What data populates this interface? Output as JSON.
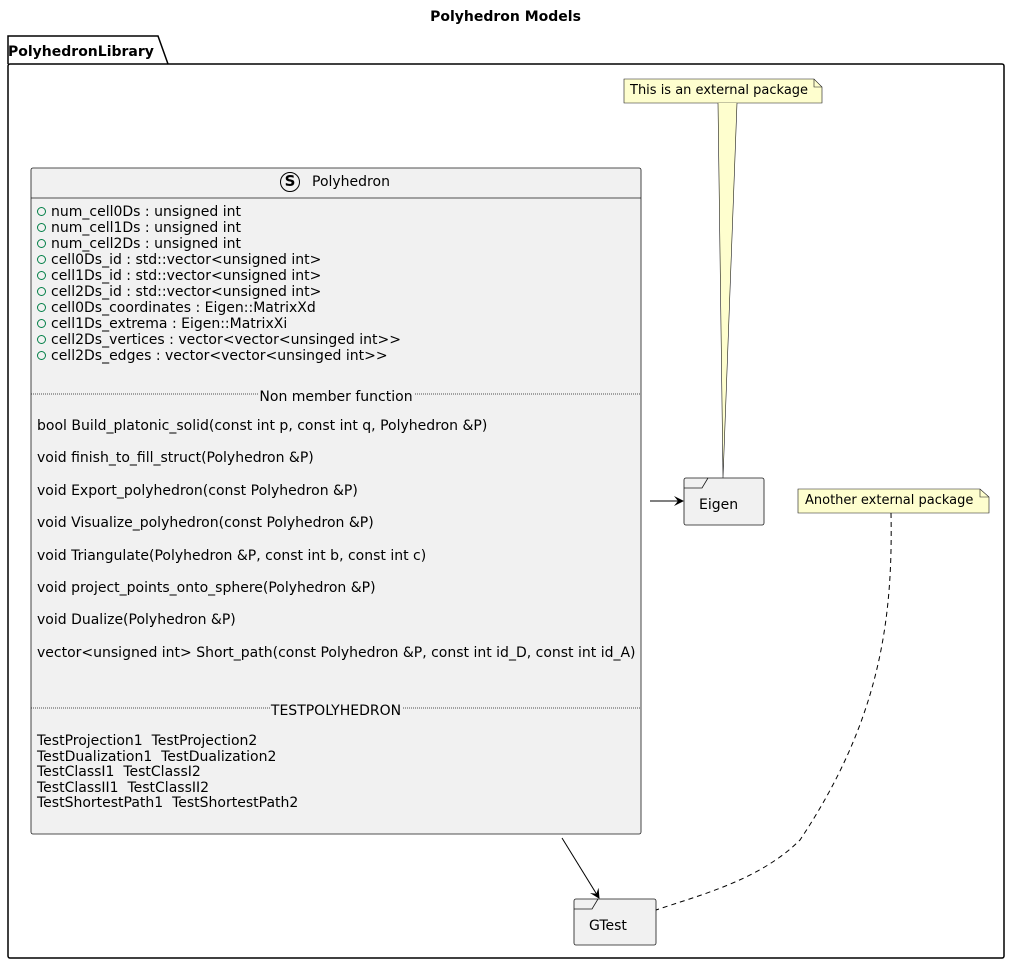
{
  "title": "Polyhedron Models",
  "package": {
    "name": "PolyhedronLibrary"
  },
  "class": {
    "stereotype": "S",
    "name": "Polyhedron",
    "fields": [
      "num_cell0Ds : unsigned int",
      "num_cell1Ds : unsigned int",
      "num_cell2Ds : unsigned int",
      "cell0Ds_id : std::vector<unsigned int>",
      "cell1Ds_id : std::vector<unsigned int>",
      "cell2Ds_id : std::vector<unsigned int>",
      "cell0Ds_coordinates : Eigen::MatrixXd",
      "cell1Ds_extrema : Eigen::MatrixXi",
      "cell2Ds_vertices : vector<vector<unsinged int>>",
      "cell2Ds_edges : vector<vector<unsinged int>>"
    ],
    "separator1": "Non member function",
    "functions": [
      "bool Build_platonic_solid(const int p, const int q, Polyhedron &P)",
      "void finish_to_fill_struct(Polyhedron &P)",
      "void Export_polyhedron(const Polyhedron &P)",
      "void Visualize_polyhedron(const Polyhedron &P)",
      "void Triangulate(Polyhedron &P, const int b, const int c)",
      "void project_points_onto_sphere(Polyhedron &P)",
      "void Dualize(Polyhedron &P)",
      "vector<unsigned int> Short_path(const Polyhedron &P, const int id_D, const int id_A)"
    ],
    "separator2": "TESTPOLYHEDRON",
    "tests": [
      "TestProjection1  TestProjection2",
      "TestDualization1  TestDualization2",
      "TestClassI1  TestClassI2",
      "TestClassII1  TestClassII2",
      "TestShortestPath1  TestShortestPath2"
    ]
  },
  "frames": {
    "eigen": "Eigen",
    "gtest": "GTest"
  },
  "notes": {
    "eigen": "This is an external package",
    "gtest": "Another external package"
  },
  "colors": {
    "class_fill": "#f1f1f1",
    "note_fill": "#fefece",
    "frame_fill": "#f1f1f1",
    "visibility_public": "#038048"
  }
}
